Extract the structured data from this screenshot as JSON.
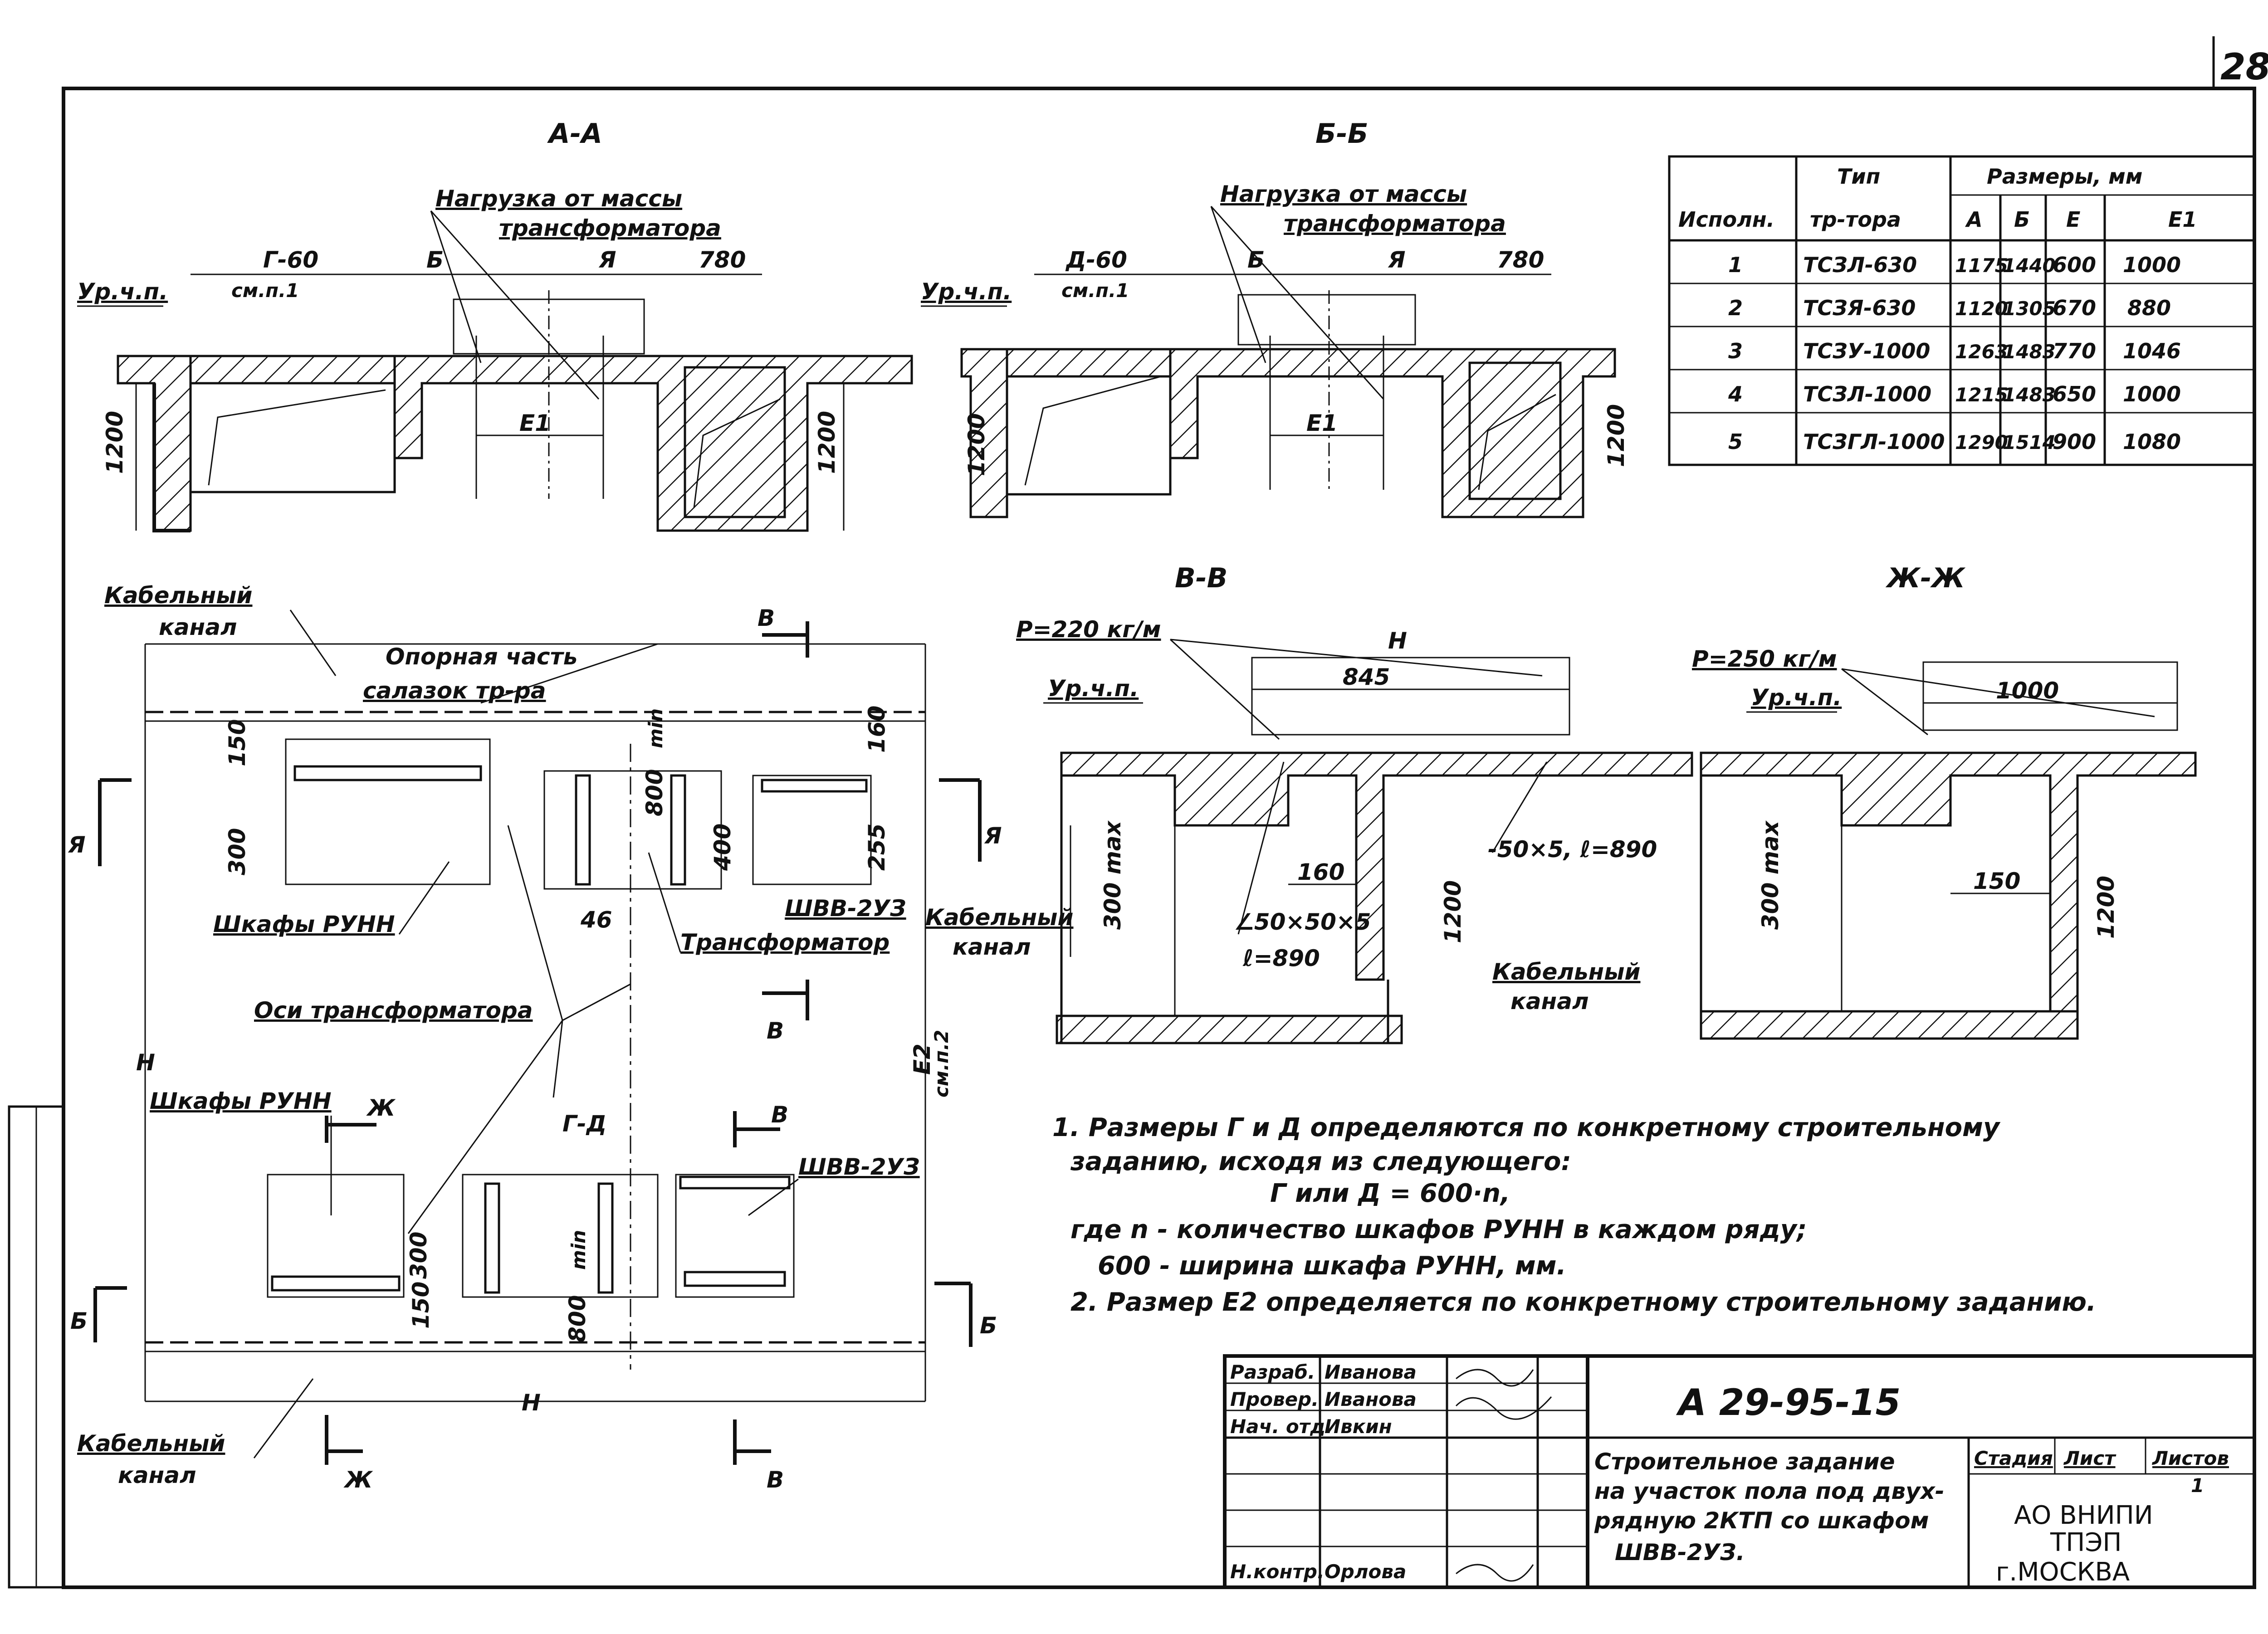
{
  "sheet_number": "28",
  "sections": {
    "aa": "А-А",
    "bb": "Б-Б",
    "vv": "В-В",
    "zhzh": "Ж-Ж"
  },
  "labels": {
    "load_line1": "Нагрузка от массы",
    "load_line2": "трансформатора",
    "floor_level": "Ур.ч.п.",
    "dim_g60": "Г-60",
    "dim_d60": "Д-60",
    "see_p1": "см.п.1",
    "b": "Б",
    "ya": "Я",
    "d780": "780",
    "d1200": "1200",
    "e1": "Е1",
    "cable_channel_1": "Кабельный",
    "cable_channel_2": "канал",
    "support_1": "Опорная часть",
    "support_2": "салазок тр-ра",
    "cabinets_runn": "Шкафы РУНН",
    "shvv": "ШВВ-2УЗ",
    "transformer": "Трансформатор",
    "axes": "Оси трансформатора",
    "d150": "150",
    "d300": "300",
    "d800": "800",
    "min": "min",
    "d400": "400",
    "d255": "255",
    "d46": "46",
    "e2": "Е2",
    "see_p2": "см.п.2",
    "g_d": "Г-Д",
    "d160": "160",
    "d845": "845",
    "d1000": "1000",
    "p220": "P=220 кг/м",
    "p250": "P=250 кг/м",
    "d300max": "300 max",
    "angle": "∠50×50×5",
    "l890": "ℓ=890",
    "strip": "-50×5, ℓ=890",
    "h": "Н",
    "v": "В",
    "zh": "Ж",
    "a": "А"
  },
  "table": {
    "headers": {
      "ispoln": "Исполн.",
      "type_1": "Тип",
      "type_2": "тр-тора",
      "sizes": "Размеры, мм",
      "a": "А",
      "b": "Б",
      "e": "Е",
      "e1": "Е1"
    },
    "rows": [
      {
        "n": "1",
        "type": "ТСЗЛ-630",
        "a": "1175",
        "b": "1440",
        "e": "600",
        "e1": "1000"
      },
      {
        "n": "2",
        "type": "ТСЗЯ-630",
        "a": "1120",
        "b": "1305",
        "e": "670",
        "e1": "880"
      },
      {
        "n": "3",
        "type": "ТСЗУ-1000",
        "a": "1263",
        "b": "1483",
        "e": "770",
        "e1": "1046"
      },
      {
        "n": "4",
        "type": "ТСЗЛ-1000",
        "a": "1215",
        "b": "1483",
        "e": "650",
        "e1": "1000"
      },
      {
        "n": "5",
        "type": "ТСЗГЛ-1000",
        "a": "1290",
        "b": "1514",
        "e": "900",
        "e1": "1080"
      }
    ]
  },
  "notes": [
    "1. Размеры Г и Д определяются по конкретному строительному",
    "заданию, исходя из следующего:",
    "Г или Д = 600·n,",
    "где n - количество шкафов РУНН в каждом ряду;",
    "600 - ширина шкафа РУНН, мм.",
    "2. Размер Е2 определяется по конкретному строительному заданию."
  ],
  "title_block": {
    "roles": [
      "Разраб.",
      "Провер.",
      "Нач. отд."
    ],
    "names": [
      "Иванова",
      "Иванова",
      "Ивкин"
    ],
    "normcontrol_role": "Н.контр.",
    "normcontrol_name": "Орлова",
    "code": "А 29-95-15",
    "title_lines": [
      "Строительное задание",
      "на участок пола под двух-",
      "рядную 2КТП со шкафом",
      "ШВВ-2УЗ."
    ],
    "stage": "Стадия",
    "sheet": "Лист",
    "sheets": "Листов",
    "sheets_value": "1",
    "org_lines": [
      "АО ВНИПИ",
      "ТПЭП",
      "г.МОСКВА"
    ]
  }
}
